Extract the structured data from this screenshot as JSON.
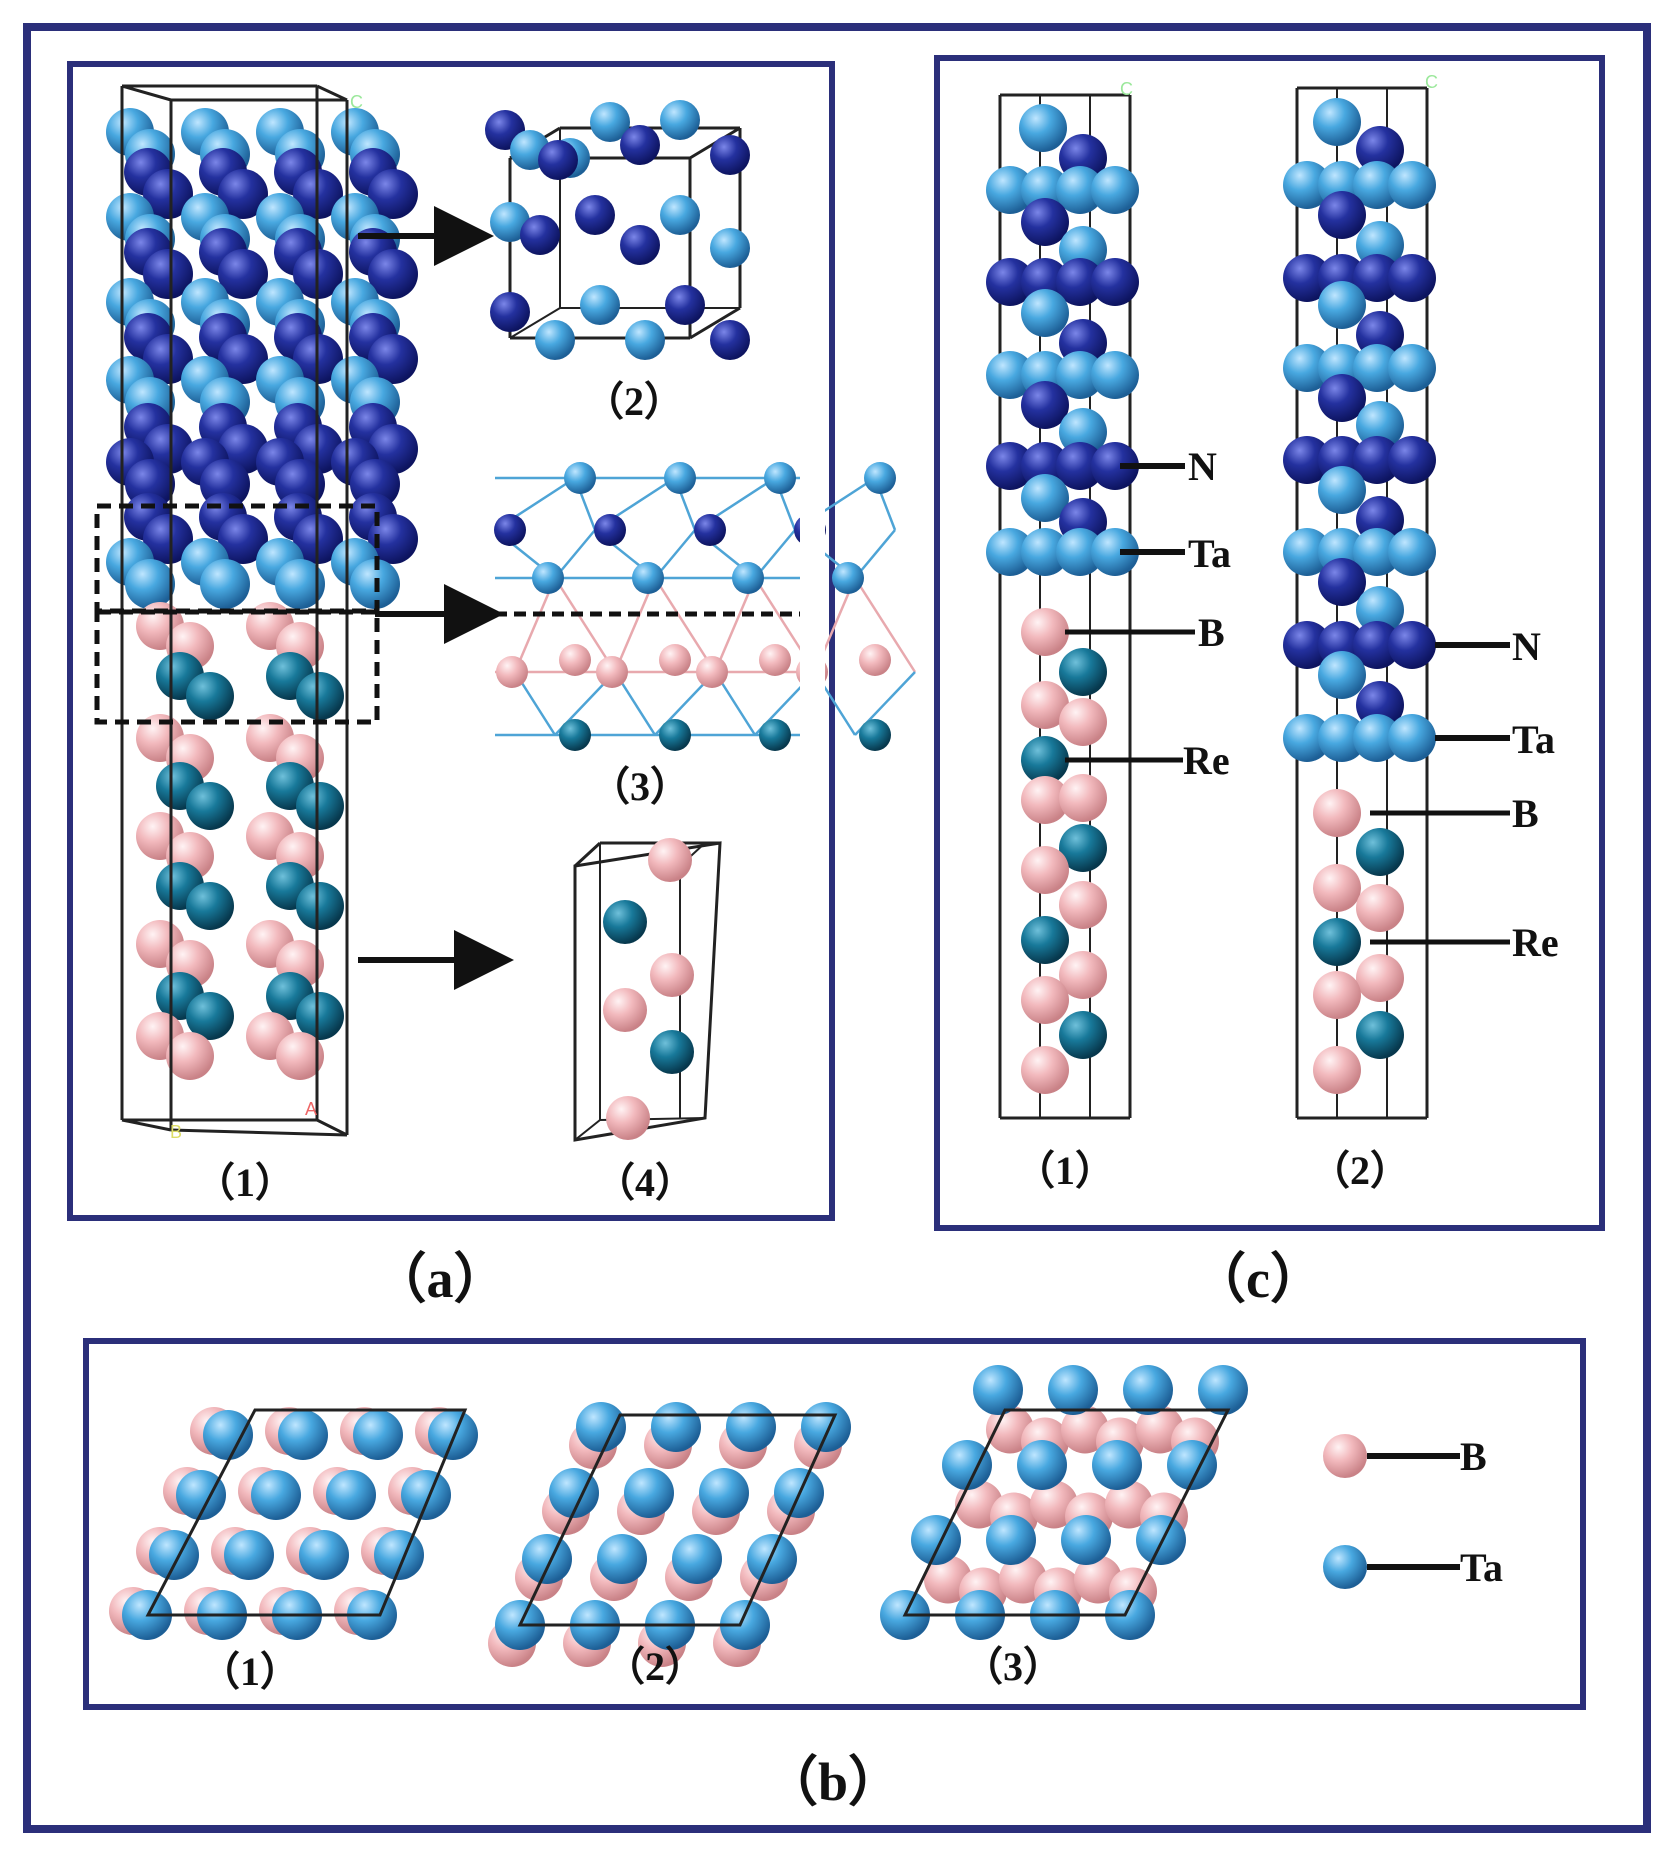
{
  "colors": {
    "frame": "#2b2f7a",
    "ta": "#3fa3dc",
    "n": "#1f2e9e",
    "b": "#f0b8bc",
    "re": "#16708f",
    "cell": "#222222"
  },
  "panels": {
    "a": {
      "caption": "（a）",
      "sub": [
        "（1）",
        "（2）",
        "（3）",
        "（4）"
      ]
    },
    "b": {
      "caption": "（b）",
      "sub": [
        "（1）",
        "（2）",
        "（3）"
      ],
      "legend": [
        {
          "element": "B",
          "label": "B"
        },
        {
          "element": "Ta",
          "label": "Ta"
        }
      ]
    },
    "c": {
      "caption": "（c）",
      "sub": [
        "（1）",
        "（2）"
      ],
      "labels1": [
        "N",
        "Ta",
        "B",
        "Re"
      ],
      "labels2": [
        "N",
        "Ta",
        "B",
        "Re"
      ]
    }
  },
  "axis_marks": {
    "c": "C",
    "a": "A",
    "b": "B"
  }
}
